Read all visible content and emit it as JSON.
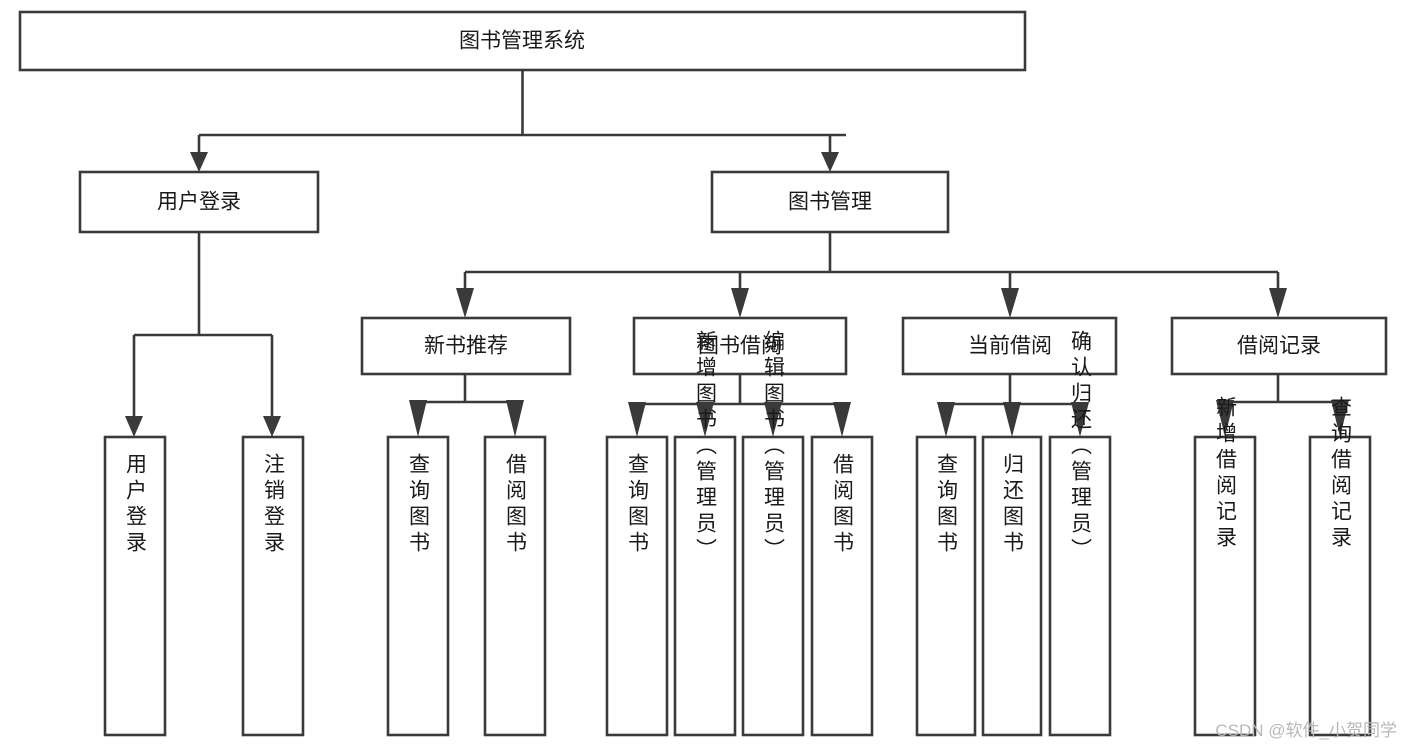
{
  "diagram": {
    "type": "tree-hierarchy",
    "title": "图书管理系统",
    "watermark": "CSDN @软件_小贺同学",
    "colors": {
      "stroke": "#3a3a3a",
      "fill": "#ffffff",
      "text": "#1a1a1a",
      "watermark": "#b8b8b8"
    },
    "levels": {
      "level0": {
        "label": "图书管理系统",
        "orientation": "horizontal"
      },
      "level1": [
        {
          "label": "用户登录",
          "orientation": "horizontal"
        },
        {
          "label": "图书管理",
          "orientation": "horizontal"
        }
      ],
      "level2": [
        {
          "label": "新书推荐",
          "orientation": "horizontal",
          "parent": "图书管理"
        },
        {
          "label": "图书借阅",
          "orientation": "horizontal",
          "parent": "图书管理"
        },
        {
          "label": "当前借阅",
          "orientation": "horizontal",
          "parent": "图书管理"
        },
        {
          "label": "借阅记录",
          "orientation": "horizontal",
          "parent": "图书管理"
        }
      ],
      "leaves": [
        {
          "label": "用户登录",
          "orientation": "vertical",
          "parent": "用户登录"
        },
        {
          "label": "注销登录",
          "orientation": "vertical",
          "parent": "用户登录"
        },
        {
          "label": "查询图书",
          "orientation": "vertical",
          "parent": "新书推荐"
        },
        {
          "label": "借阅图书",
          "orientation": "vertical",
          "parent": "新书推荐"
        },
        {
          "label": "查询图书",
          "orientation": "vertical",
          "parent": "图书借阅"
        },
        {
          "label": "新增图书（管理员）",
          "orientation": "vertical",
          "parent": "图书借阅"
        },
        {
          "label": "编辑图书（管理员）",
          "orientation": "vertical",
          "parent": "图书借阅"
        },
        {
          "label": "借阅图书",
          "orientation": "vertical",
          "parent": "图书借阅"
        },
        {
          "label": "查询图书",
          "orientation": "vertical",
          "parent": "当前借阅"
        },
        {
          "label": "归还图书",
          "orientation": "vertical",
          "parent": "当前借阅"
        },
        {
          "label": "确认归还（管理员）",
          "orientation": "vertical",
          "parent": "当前借阅"
        },
        {
          "label": "新增借阅记录",
          "orientation": "vertical",
          "parent": "借阅记录"
        },
        {
          "label": "查询借阅记录",
          "orientation": "vertical",
          "parent": "借阅记录"
        }
      ]
    }
  }
}
